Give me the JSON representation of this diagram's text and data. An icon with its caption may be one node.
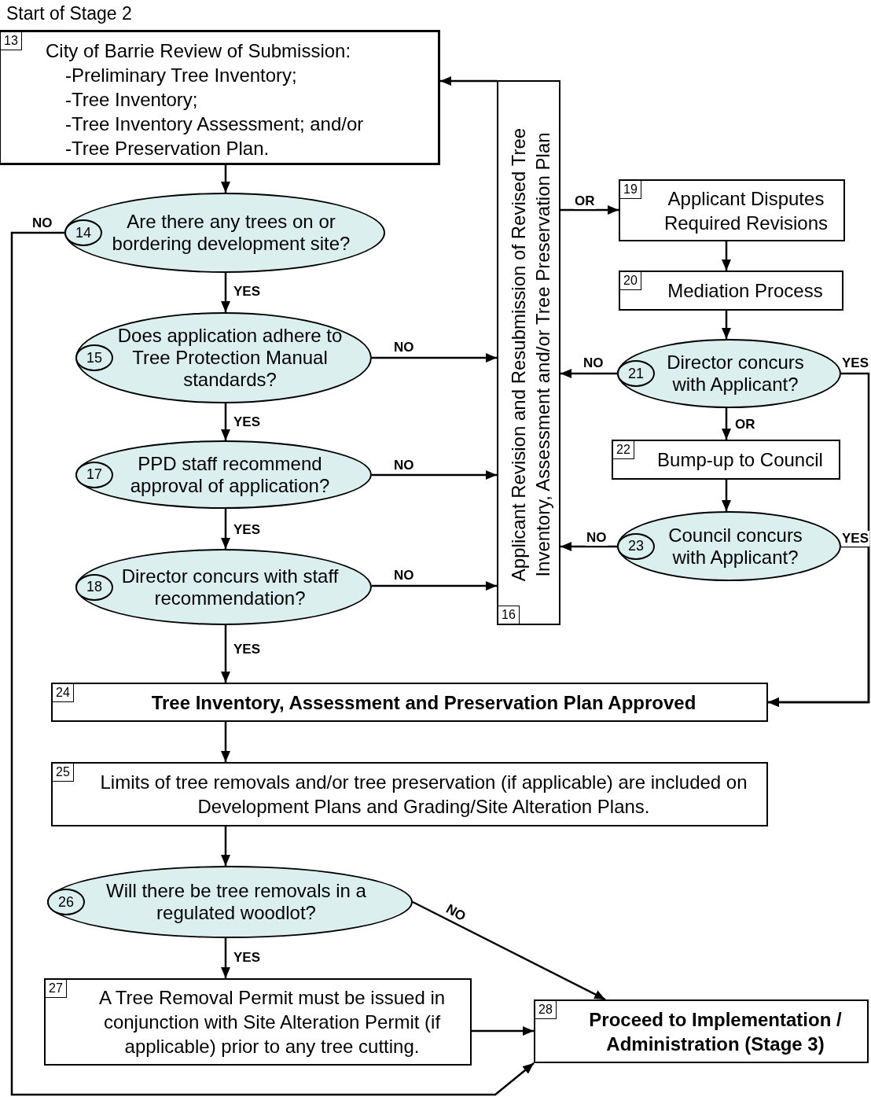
{
  "diagram": {
    "title": "Start of Stage 2",
    "nodes": [
      {
        "text": [
          "13",
          "City of Barrie Review of Submission:",
          "-Preliminary Tree Inventory;",
          "-Tree Inventory;",
          "-Tree Inventory Assessment; and/or",
          "-Tree Preservation Plan."
        ]
      },
      {
        "text": [
          "14",
          "Are there any trees on or bordering development site?"
        ]
      },
      {
        "text": [
          "15",
          "Does application adhere to Tree Protection Manual standards?"
        ]
      },
      {
        "text": [
          "17",
          "PPD staff recommend approval of application?"
        ]
      },
      {
        "text": [
          "18",
          "Director concurs with staff recommendation?"
        ]
      },
      {
        "text": [
          "16",
          "Applicant Revision and Resubmission of Revised Tree Inventory, Assessment and/or Tree Preservation Plan"
        ]
      },
      {
        "text": [
          "19",
          "Applicant Disputes Required Revisions"
        ]
      },
      {
        "text": [
          "20",
          "Mediation Process"
        ]
      },
      {
        "text": [
          "21",
          "Director concurs with Applicant?"
        ]
      },
      {
        "text": [
          "22",
          "Bump-up to Council"
        ]
      },
      {
        "text": [
          "23",
          "Council concurs with Applicant?"
        ]
      },
      {
        "text": [
          "24",
          "Tree Inventory, Assessment and Preservation Plan Approved"
        ]
      },
      {
        "text": [
          "25",
          "Limits of tree removals and/or tree preservation (if applicable) are included on Development Plans and Grading/Site Alteration Plans."
        ]
      },
      {
        "text": [
          "26",
          "Will there be tree removals in a regulated woodlot?"
        ]
      },
      {
        "text": [
          "27",
          "A Tree Removal Permit must be issued in conjunction with Site Alteration Permit (if applicable) prior to any tree cutting."
        ]
      },
      {
        "text": [
          "28",
          "Proceed to Implementation / Administration (Stage 3)"
        ]
      }
    ],
    "edges": [
      {
        "from": 0,
        "to": 1,
        "arrow": "to"
      },
      {
        "from": 1,
        "to": 15,
        "arrow": "to",
        "label": "NO"
      },
      {
        "from": 1,
        "to": 2,
        "arrow": "to",
        "label": "YES"
      },
      {
        "from": 2,
        "to": 5,
        "arrow": "to",
        "label": "NO"
      },
      {
        "from": 2,
        "to": 3,
        "arrow": "to",
        "label": "YES"
      },
      {
        "from": 3,
        "to": 5,
        "arrow": "to",
        "label": "NO"
      },
      {
        "from": 3,
        "to": 4,
        "arrow": "to",
        "label": "YES"
      },
      {
        "from": 4,
        "to": 5,
        "arrow": "to",
        "label": "NO"
      },
      {
        "from": 4,
        "to": 11,
        "arrow": "to",
        "label": "YES"
      },
      {
        "from": 5,
        "to": 0,
        "arrow": "to"
      },
      {
        "from": 5,
        "to": 6,
        "arrow": "to",
        "label": "OR"
      },
      {
        "from": 6,
        "to": 7,
        "arrow": "to"
      },
      {
        "from": 7,
        "to": 8,
        "arrow": "to"
      },
      {
        "from": 8,
        "to": 5,
        "arrow": "to",
        "label": "NO"
      },
      {
        "from": 8,
        "to": 11,
        "arrow": "to",
        "label": "YES"
      },
      {
        "from": 8,
        "to": 9,
        "arrow": "to",
        "label": "OR"
      },
      {
        "from": 9,
        "to": 10,
        "arrow": "to"
      },
      {
        "from": 10,
        "to": 5,
        "arrow": "to",
        "label": "NO"
      },
      {
        "from": 10,
        "to": 11,
        "arrow": "to",
        "label": "YES"
      },
      {
        "from": 11,
        "to": 12,
        "arrow": "to"
      },
      {
        "from": 12,
        "to": 13,
        "arrow": "to"
      },
      {
        "from": 13,
        "to": 15,
        "arrow": "to",
        "label": "NO"
      },
      {
        "from": 13,
        "to": 14,
        "arrow": "to",
        "label": "YES"
      },
      {
        "from": 14,
        "to": 15,
        "arrow": "to"
      }
    ]
  }
}
